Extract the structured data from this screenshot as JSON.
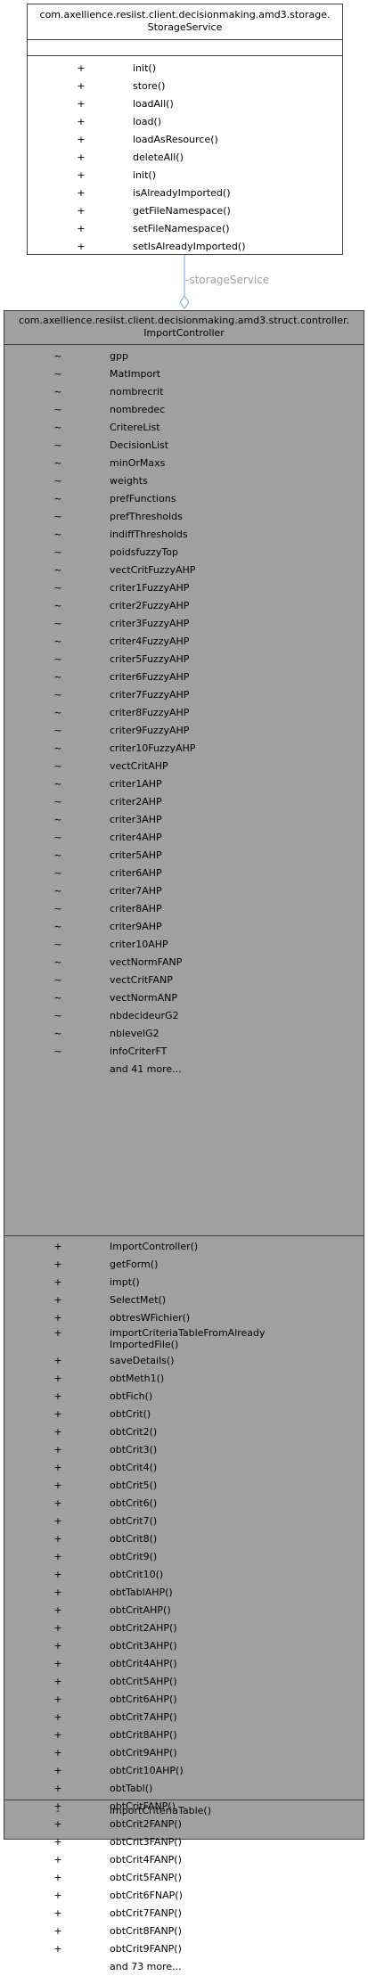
{
  "storage_class": {
    "title": "com.axellience.resiist.client.decisionmaking.amd3.storage.\nStorageService",
    "title_line1": "com.axellience.resiist.client.decisionmaking.amd3.storage.",
    "title_line2": "StorageService",
    "methods": [
      {
        "vis": "+",
        "name": "init()"
      },
      {
        "vis": "+",
        "name": "store()"
      },
      {
        "vis": "+",
        "name": "loadAll()"
      },
      {
        "vis": "+",
        "name": "load()"
      },
      {
        "vis": "+",
        "name": "loadAsResource()"
      },
      {
        "vis": "+",
        "name": "deleteAll()"
      },
      {
        "vis": "+",
        "name": "init()"
      },
      {
        "vis": "+",
        "name": "isAlreadyImported()"
      },
      {
        "vis": "+",
        "name": "getFileNamespace()"
      },
      {
        "vis": "+",
        "name": "setFileNamespace()"
      },
      {
        "vis": "+",
        "name": "setIsAlreadyImported()"
      }
    ]
  },
  "association": {
    "label": "-storageService",
    "line_color": "#6fa8dc"
  },
  "import_class": {
    "title_line1": "com.axellience.resiist.client.decisionmaking.amd3.struct.controller.",
    "title_line2": "ImportController",
    "fill_color": "#a0a0a0",
    "attributes": [
      {
        "vis": "~",
        "name": "gpp"
      },
      {
        "vis": "~",
        "name": "MatImport"
      },
      {
        "vis": "~",
        "name": "nombrecrit"
      },
      {
        "vis": "~",
        "name": "nombredec"
      },
      {
        "vis": "~",
        "name": "CritereList"
      },
      {
        "vis": "~",
        "name": "DecisionList"
      },
      {
        "vis": "~",
        "name": "minOrMaxs"
      },
      {
        "vis": "~",
        "name": "weights"
      },
      {
        "vis": "~",
        "name": "prefFunctions"
      },
      {
        "vis": "~",
        "name": "prefThresholds"
      },
      {
        "vis": "~",
        "name": "indiffThresholds"
      },
      {
        "vis": "~",
        "name": "poidsfuzzyTop"
      },
      {
        "vis": "~",
        "name": "vectCritFuzzyAHP"
      },
      {
        "vis": "~",
        "name": "criter1FuzzyAHP"
      },
      {
        "vis": "~",
        "name": "criter2FuzzyAHP"
      },
      {
        "vis": "~",
        "name": "criter3FuzzyAHP"
      },
      {
        "vis": "~",
        "name": "criter4FuzzyAHP"
      },
      {
        "vis": "~",
        "name": "criter5FuzzyAHP"
      },
      {
        "vis": "~",
        "name": "criter6FuzzyAHP"
      },
      {
        "vis": "~",
        "name": "criter7FuzzyAHP"
      },
      {
        "vis": "~",
        "name": "criter8FuzzyAHP"
      },
      {
        "vis": "~",
        "name": "criter9FuzzyAHP"
      },
      {
        "vis": "~",
        "name": "criter10FuzzyAHP"
      },
      {
        "vis": "~",
        "name": "vectCritAHP"
      },
      {
        "vis": "~",
        "name": "criter1AHP"
      },
      {
        "vis": "~",
        "name": "criter2AHP"
      },
      {
        "vis": "~",
        "name": "criter3AHP"
      },
      {
        "vis": "~",
        "name": "criter4AHP"
      },
      {
        "vis": "~",
        "name": "criter5AHP"
      },
      {
        "vis": "~",
        "name": "criter6AHP"
      },
      {
        "vis": "~",
        "name": "criter7AHP"
      },
      {
        "vis": "~",
        "name": "criter8AHP"
      },
      {
        "vis": "~",
        "name": "criter9AHP"
      },
      {
        "vis": "~",
        "name": "criter10AHP"
      },
      {
        "vis": "~",
        "name": "vectNormFANP"
      },
      {
        "vis": "~",
        "name": "vectCritFANP"
      },
      {
        "vis": "~",
        "name": "vectNormANP"
      },
      {
        "vis": "~",
        "name": "nbdecideurG2"
      },
      {
        "vis": "~",
        "name": "nblevelG2"
      },
      {
        "vis": "~",
        "name": "infoCriterFT"
      },
      {
        "vis": "",
        "name": "and 41 more..."
      }
    ],
    "methods": [
      {
        "vis": "+",
        "name": "ImportController()"
      },
      {
        "vis": "+",
        "name": "getForm()"
      },
      {
        "vis": "+",
        "name": "impt()"
      },
      {
        "vis": "+",
        "name": "SelectMet()"
      },
      {
        "vis": "+",
        "name": "obtresWFichier()"
      },
      {
        "vis": "+",
        "name": "importCriteriaTableFromAlready ImportedFile()",
        "line1": "importCriteriaTableFromAlready",
        "line2": "ImportedFile()"
      },
      {
        "vis": "+",
        "name": "saveDetails()"
      },
      {
        "vis": "+",
        "name": "obtMeth1()"
      },
      {
        "vis": "+",
        "name": "obtFich()"
      },
      {
        "vis": "+",
        "name": "obtCrit()"
      },
      {
        "vis": "+",
        "name": "obtCrit2()"
      },
      {
        "vis": "+",
        "name": "obtCrit3()"
      },
      {
        "vis": "+",
        "name": "obtCrit4()"
      },
      {
        "vis": "+",
        "name": "obtCrit5()"
      },
      {
        "vis": "+",
        "name": "obtCrit6()"
      },
      {
        "vis": "+",
        "name": "obtCrit7()"
      },
      {
        "vis": "+",
        "name": "obtCrit8()"
      },
      {
        "vis": "+",
        "name": "obtCrit9()"
      },
      {
        "vis": "+",
        "name": "obtCrit10()"
      },
      {
        "vis": "+",
        "name": "obtTablAHP()"
      },
      {
        "vis": "+",
        "name": "obtCritAHP()"
      },
      {
        "vis": "+",
        "name": "obtCrit2AHP()"
      },
      {
        "vis": "+",
        "name": "obtCrit3AHP()"
      },
      {
        "vis": "+",
        "name": "obtCrit4AHP()"
      },
      {
        "vis": "+",
        "name": "obtCrit5AHP()"
      },
      {
        "vis": "+",
        "name": "obtCrit6AHP()"
      },
      {
        "vis": "+",
        "name": "obtCrit7AHP()"
      },
      {
        "vis": "+",
        "name": "obtCrit8AHP()"
      },
      {
        "vis": "+",
        "name": "obtCrit9AHP()"
      },
      {
        "vis": "+",
        "name": "obtCrit10AHP()"
      },
      {
        "vis": "+",
        "name": "obtTabl()"
      },
      {
        "vis": "+",
        "name": "obtCritFANP()"
      },
      {
        "vis": "+",
        "name": "obtCrit2FANP()"
      },
      {
        "vis": "+",
        "name": "obtCrit3FANP()"
      },
      {
        "vis": "+",
        "name": "obtCrit4FANP()"
      },
      {
        "vis": "+",
        "name": "obtCrit5FANP()"
      },
      {
        "vis": "+",
        "name": "obtCrit6FNAP()"
      },
      {
        "vis": "+",
        "name": "obtCrit7FANP()"
      },
      {
        "vis": "+",
        "name": "obtCrit8FANP()"
      },
      {
        "vis": "+",
        "name": "obtCrit9FANP()"
      },
      {
        "vis": "",
        "name": "and 73 more..."
      }
    ],
    "private_methods": [
      {
        "vis": "-",
        "name": "importCriteriaTable()"
      }
    ]
  }
}
